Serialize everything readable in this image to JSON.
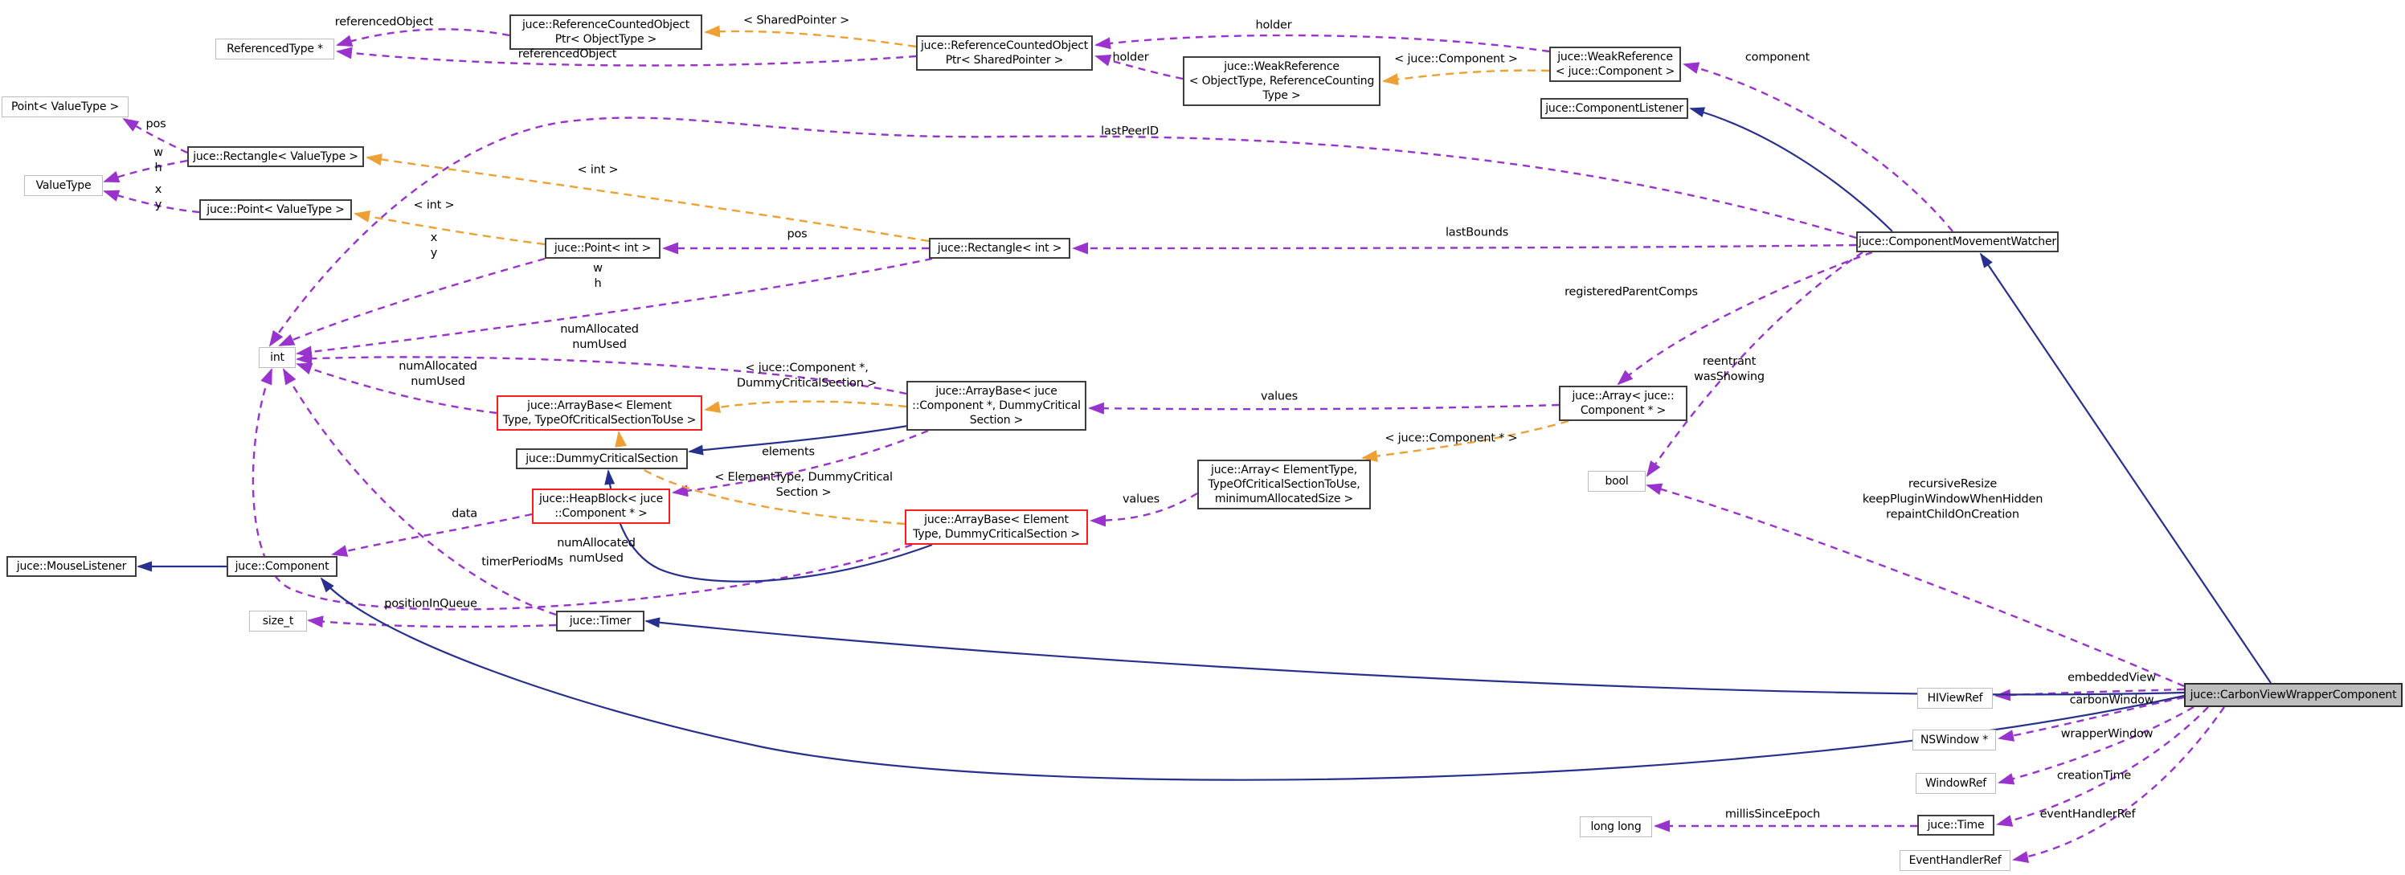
{
  "diagram_kind": "doxygen-collaboration-graph",
  "colors": {
    "member_edge": "#9a32cd",
    "template_edge": "#efa035",
    "inheritance_edge": "#27308f",
    "bold_box_border": "#3e3e3e",
    "plain_box_border": "#bdbdbd",
    "red_box_border": "#fb1d1d",
    "main_node_fill": "#bebebe",
    "background": "#ffffff",
    "text": "#000000"
  },
  "nodes": {
    "referenced_type": {
      "label": "ReferencedType *"
    },
    "ref_counted_ptr_objecttype": {
      "label": "juce::ReferenceCountedObject\nPtr< ObjectType >"
    },
    "ref_counted_ptr_sharedpointer": {
      "label": "juce::ReferenceCountedObject\nPtr< SharedPointer >"
    },
    "weak_reference_objecttype": {
      "label": "juce::WeakReference\n< ObjectType, ReferenceCounting\nType >"
    },
    "weak_reference_component": {
      "label": "juce::WeakReference\n< juce::Component >"
    },
    "component_listener": {
      "label": "juce::ComponentListener"
    },
    "point_valuetype_fwd": {
      "label": "Point< ValueType >"
    },
    "rectangle_valuetype": {
      "label": "juce::Rectangle< ValueType >"
    },
    "valuetype": {
      "label": "ValueType"
    },
    "point_valuetype": {
      "label": "juce::Point< ValueType >"
    },
    "point_int": {
      "label": "juce::Point< int >"
    },
    "rectangle_int": {
      "label": "juce::Rectangle< int >"
    },
    "int": {
      "label": "int"
    },
    "arraybase_generic": {
      "label": "juce::ArrayBase< Element\nType, TypeOfCriticalSectionToUse >"
    },
    "arraybase_component": {
      "label": "juce::ArrayBase< juce\n::Component *, DummyCritical\nSection >"
    },
    "dummy_critical_section": {
      "label": "juce::DummyCriticalSection"
    },
    "heapblock_component": {
      "label": "juce::HeapBlock< juce\n::Component * >"
    },
    "arraybase_elementtype_dummy": {
      "label": "juce::ArrayBase< Element\nType, DummyCriticalSection >"
    },
    "array_generic": {
      "label": "juce::Array< ElementType,\nTypeOfCriticalSectionToUse,\nminimumAllocatedSize >"
    },
    "array_component": {
      "label": "juce::Array< juce::\nComponent * >"
    },
    "bool": {
      "label": "bool"
    },
    "mouse_listener": {
      "label": "juce::MouseListener"
    },
    "component": {
      "label": "juce::Component"
    },
    "size_t": {
      "label": "size_t"
    },
    "timer": {
      "label": "juce::Timer"
    },
    "component_movement_watcher": {
      "label": "juce::ComponentMovementWatcher"
    },
    "carbon_view_wrapper_component": {
      "label": "juce::CarbonViewWrapperComponent"
    },
    "hiviewref": {
      "label": "HIViewRef"
    },
    "nswindow": {
      "label": "NSWindow *"
    },
    "windowref": {
      "label": "WindowRef"
    },
    "time": {
      "label": "juce::Time"
    },
    "eventhandlerref": {
      "label": "EventHandlerRef"
    },
    "long_long": {
      "label": "long long"
    }
  },
  "edge_labels": [
    {
      "text": "referencedObject"
    },
    {
      "text": "referencedObject"
    },
    {
      "text": "< SharedPointer >"
    },
    {
      "text": "holder"
    },
    {
      "text": "holder"
    },
    {
      "text": "< juce::Component >"
    },
    {
      "text": "component"
    },
    {
      "text": "pos"
    },
    {
      "text": "w\nh"
    },
    {
      "text": "x\ny"
    },
    {
      "text": "< int >"
    },
    {
      "text": "< int >"
    },
    {
      "text": "pos"
    },
    {
      "text": "x\ny"
    },
    {
      "text": "w\nh"
    },
    {
      "text": "lastPeerID"
    },
    {
      "text": "lastBounds"
    },
    {
      "text": "numAllocated\nnumUsed"
    },
    {
      "text": "numAllocated\nnumUsed"
    },
    {
      "text": "< juce::Component *,\nDummyCriticalSection >"
    },
    {
      "text": "elements"
    },
    {
      "text": "< ElementType, DummyCritical\nSection >"
    },
    {
      "text": "values"
    },
    {
      "text": "< juce::Component * >"
    },
    {
      "text": "values"
    },
    {
      "text": "registeredParentComps"
    },
    {
      "text": "reentrant\nwasShowing"
    },
    {
      "text": "recursiveResize\nkeepPluginWindowWhenHidden\nrepaintChildOnCreation"
    },
    {
      "text": "numAllocated\nnumUsed"
    },
    {
      "text": "data"
    },
    {
      "text": "timerPeriodMs"
    },
    {
      "text": "positionInQueue"
    },
    {
      "text": "millisSinceEpoch"
    },
    {
      "text": "embeddedView"
    },
    {
      "text": "carbonWindow"
    },
    {
      "text": "wrapperWindow"
    },
    {
      "text": "creationTime"
    },
    {
      "text": "eventHandlerRef"
    }
  ]
}
